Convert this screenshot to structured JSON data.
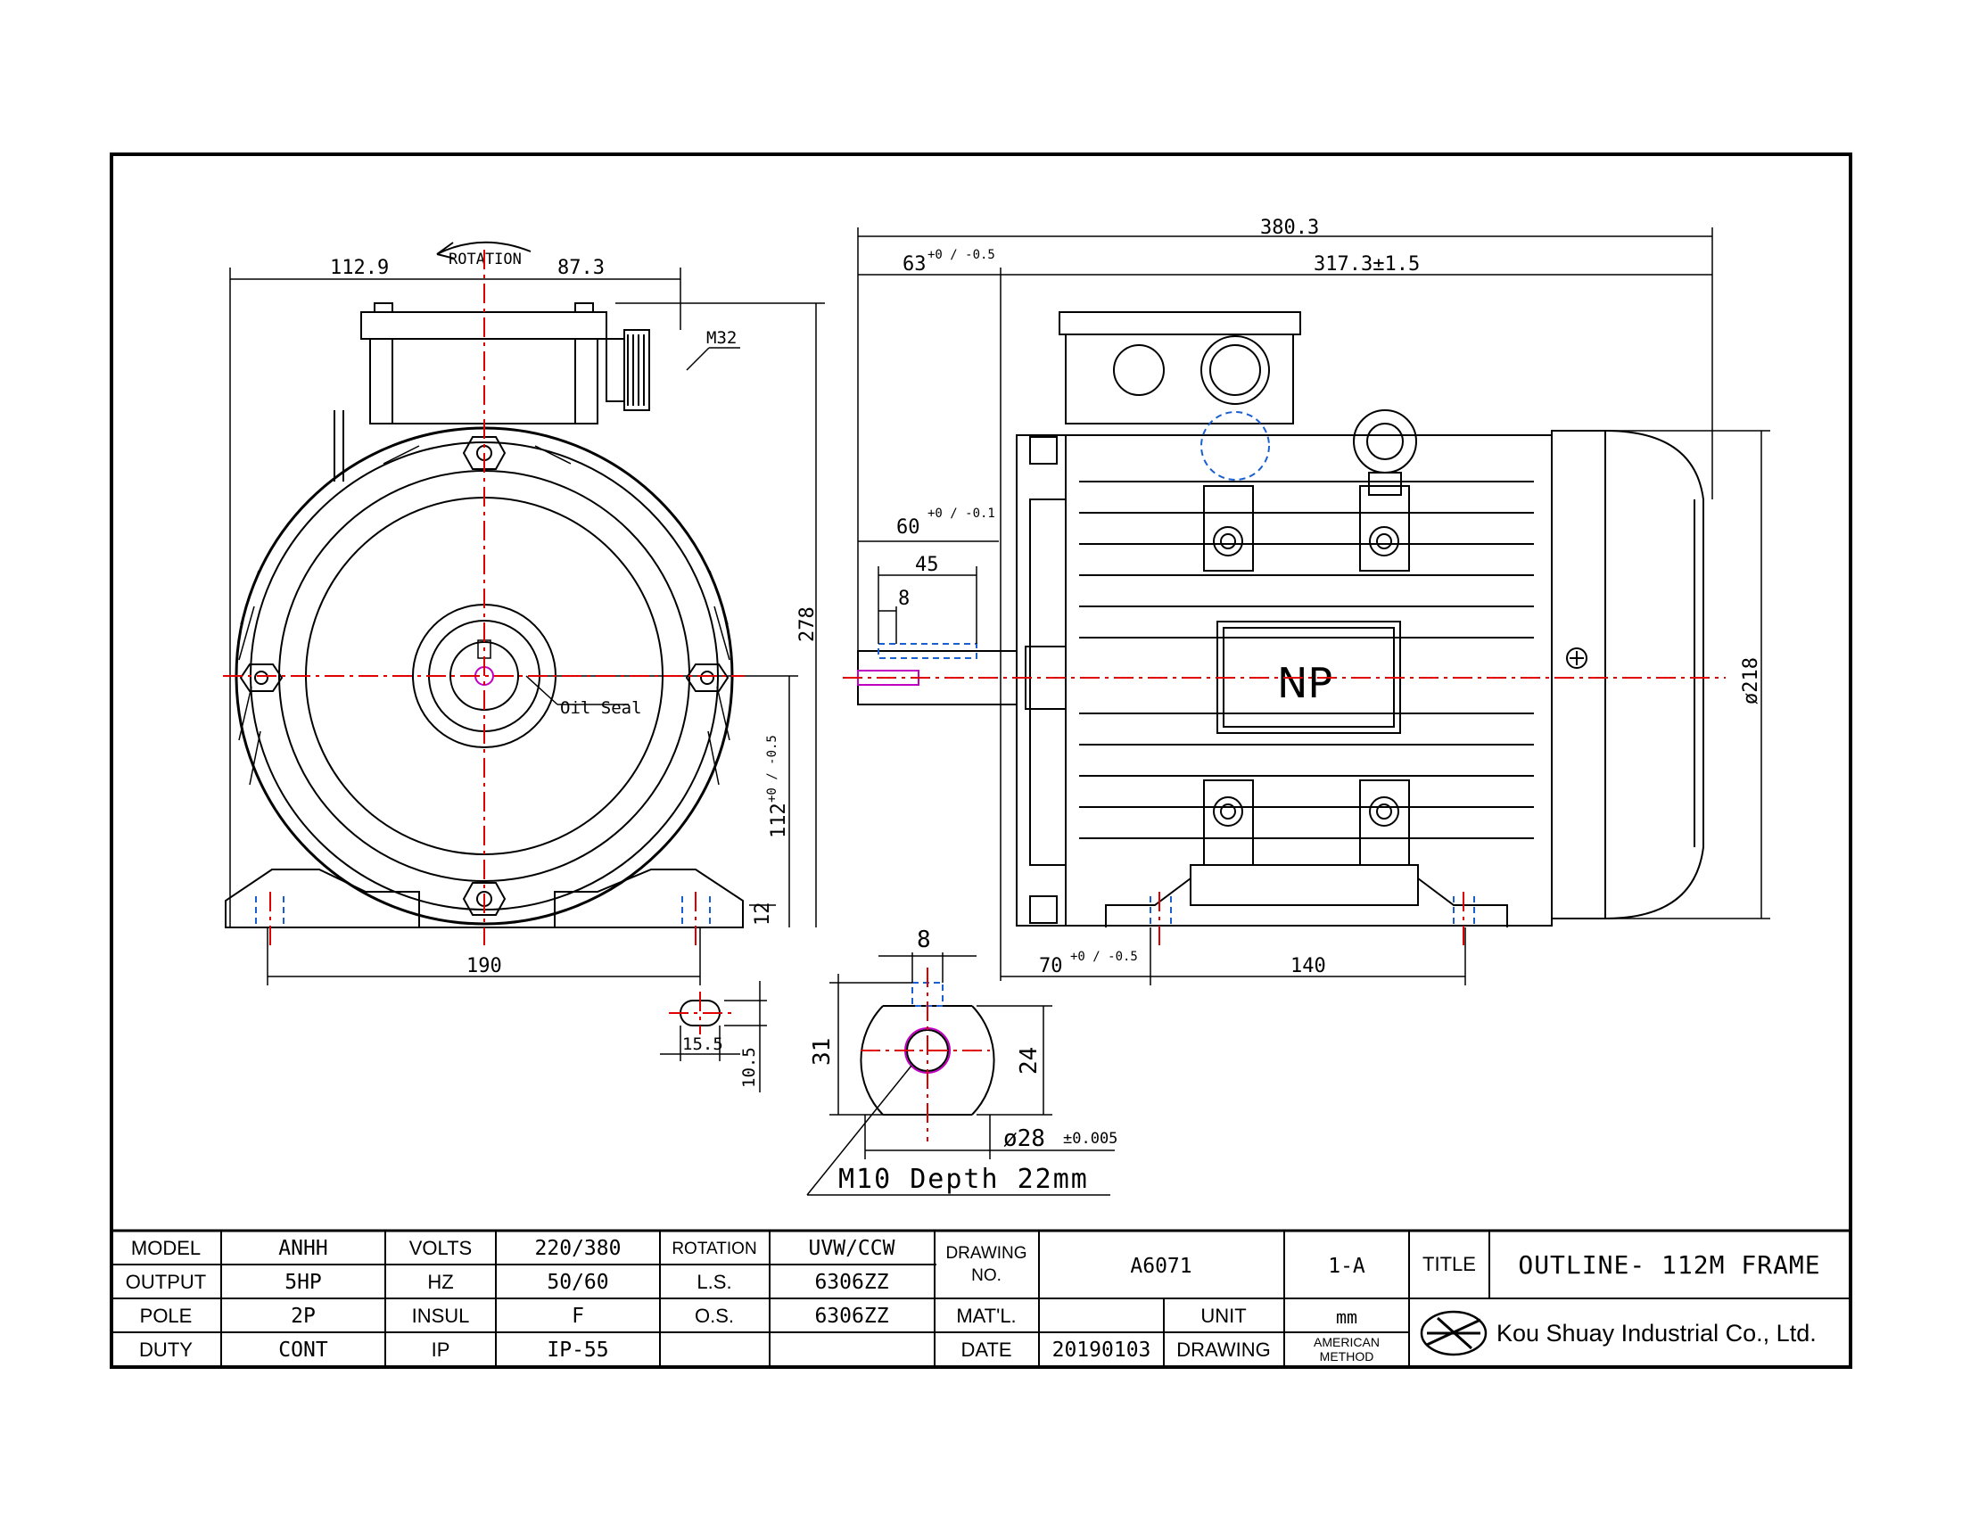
{
  "views": {
    "front": {
      "rotation_label": "ROTATION",
      "dim_left_width": "112.9",
      "dim_right_width": "87.3",
      "cable_gland": "M32",
      "dim_total_height": "278",
      "shaft_height": "112",
      "shaft_height_tol": "+0 / -0.5",
      "foot_thickness": "12",
      "foot_spacing": "190",
      "oil_seal_label": "Oil Seal"
    },
    "side": {
      "dim_overall_length": "380.3",
      "dim_shaft_length": "63",
      "dim_shaft_length_tol": "+0 / -0.5",
      "dim_body_length": "317.3±1.5",
      "dim_key_length": "60",
      "dim_key_length_tol": "+0 / -0.1",
      "dim_key_span": "45",
      "dim_key_offset": "8",
      "nameplate": "NP",
      "dim_diameter": "ø218",
      "dim_foot_offset": "70",
      "dim_foot_offset_tol": "+0 / -0.5",
      "dim_foot_spacing": "140"
    },
    "slot_detail": {
      "width": "15.5",
      "height": "10.5"
    },
    "shaft_section": {
      "key_width": "8",
      "key_depth": "31",
      "shaft_flat": "24",
      "shaft_diameter": "ø28",
      "shaft_diameter_tol": "±0.005",
      "thread_note": "M10 Depth 22mm"
    }
  },
  "title_block": {
    "rows": [
      {
        "k1": "MODEL",
        "v1": "ANHH",
        "k2": "VOLTS",
        "v2": "220/380",
        "k3": "ROTATION",
        "v3": "UVW/CCW"
      },
      {
        "k1": "OUTPUT",
        "v1": "5HP",
        "k2": "HZ",
        "v2": "50/60",
        "k3": "L.S.",
        "v3": "6306ZZ"
      },
      {
        "k1": "POLE",
        "v1": "2P",
        "k2": "INSUL",
        "v2": "F",
        "k3": "O.S.",
        "v3": "6306ZZ"
      },
      {
        "k1": "DUTY",
        "v1": "CONT",
        "k2": "IP",
        "v2": "IP-55",
        "k3": "",
        "v3": ""
      }
    ],
    "drawing_no_label_1": "DRAWING",
    "drawing_no_label_2": "NO.",
    "drawing_no": "A6071",
    "revision": "1-A",
    "title_label": "TITLE",
    "title": "OUTLINE- 112M FRAME",
    "material_label": "MAT'L.",
    "unit_label": "UNIT",
    "unit_value": "mm",
    "date_label": "DATE",
    "date_value": "20190103",
    "drawing_label": "DRAWING",
    "method_1": "AMERICAN",
    "method_2": "METHOD",
    "company": "Kou Shuay Industrial Co., Ltd.",
    "logo_icon": "kou-shuay-logo-icon"
  }
}
